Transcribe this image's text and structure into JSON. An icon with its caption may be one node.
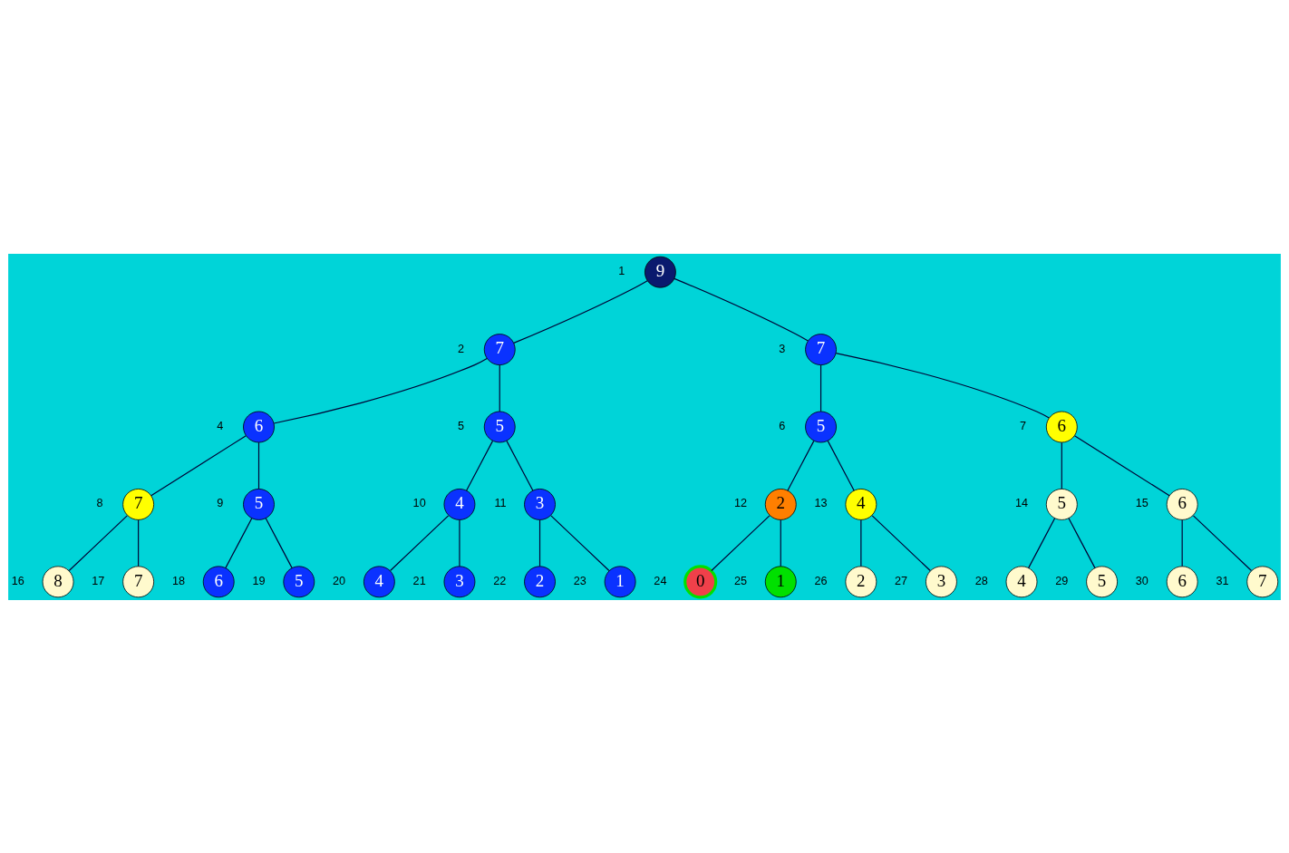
{
  "diagram": {
    "nodes": [
      {
        "text": [
          "9"
        ],
        "beside": [
          "1"
        ]
      },
      {
        "text": [
          "7"
        ],
        "beside": [
          "2"
        ]
      },
      {
        "text": [
          "7"
        ],
        "beside": [
          "3"
        ]
      },
      {
        "text": [
          "6"
        ],
        "beside": [
          "4"
        ]
      },
      {
        "text": [
          "5"
        ],
        "beside": [
          "5"
        ]
      },
      {
        "text": [
          "5"
        ],
        "beside": [
          "6"
        ]
      },
      {
        "text": [
          "6"
        ],
        "beside": [
          "7"
        ]
      },
      {
        "text": [
          "7"
        ],
        "beside": [
          "8"
        ]
      },
      {
        "text": [
          "5"
        ],
        "beside": [
          "9"
        ]
      },
      {
        "text": [
          "4"
        ],
        "beside": [
          "10"
        ]
      },
      {
        "text": [
          "3"
        ],
        "beside": [
          "11"
        ]
      },
      {
        "text": [
          "2"
        ],
        "beside": [
          "12"
        ]
      },
      {
        "text": [
          "4"
        ],
        "beside": [
          "13"
        ]
      },
      {
        "text": [
          "5"
        ],
        "beside": [
          "14"
        ]
      },
      {
        "text": [
          "6"
        ],
        "beside": [
          "15"
        ]
      },
      {
        "text": [
          "8"
        ],
        "beside": [
          "16"
        ]
      },
      {
        "text": [
          "7"
        ],
        "beside": [
          "17"
        ]
      },
      {
        "text": [
          "6"
        ],
        "beside": [
          "18"
        ]
      },
      {
        "text": [
          "5"
        ],
        "beside": [
          "19"
        ]
      },
      {
        "text": [
          "4"
        ],
        "beside": [
          "20"
        ]
      },
      {
        "text": [
          "3"
        ],
        "beside": [
          "21"
        ]
      },
      {
        "text": [
          "2"
        ],
        "beside": [
          "22"
        ]
      },
      {
        "text": [
          "1"
        ],
        "beside": [
          "23"
        ]
      },
      {
        "text": [
          "0"
        ],
        "beside": [
          "24"
        ]
      },
      {
        "text": [
          "1"
        ],
        "beside": [
          "25"
        ]
      },
      {
        "text": [
          "2"
        ],
        "beside": [
          "26"
        ]
      },
      {
        "text": [
          "3"
        ],
        "beside": [
          "27"
        ]
      },
      {
        "text": [
          "4"
        ],
        "beside": [
          "28"
        ]
      },
      {
        "text": [
          "5"
        ],
        "beside": [
          "29"
        ]
      },
      {
        "text": [
          "6"
        ],
        "beside": [
          "30"
        ]
      },
      {
        "text": [
          "7"
        ],
        "beside": [
          "31"
        ]
      }
    ],
    "edges": [
      {
        "from": 0,
        "to": 1,
        "arrow": "none"
      },
      {
        "from": 0,
        "to": 2,
        "arrow": "none"
      },
      {
        "from": 1,
        "to": 3,
        "arrow": "none"
      },
      {
        "from": 1,
        "to": 4,
        "arrow": "none"
      },
      {
        "from": 2,
        "to": 5,
        "arrow": "none"
      },
      {
        "from": 2,
        "to": 6,
        "arrow": "none"
      },
      {
        "from": 3,
        "to": 7,
        "arrow": "none"
      },
      {
        "from": 3,
        "to": 8,
        "arrow": "none"
      },
      {
        "from": 4,
        "to": 9,
        "arrow": "none"
      },
      {
        "from": 4,
        "to": 10,
        "arrow": "none"
      },
      {
        "from": 5,
        "to": 11,
        "arrow": "none"
      },
      {
        "from": 5,
        "to": 12,
        "arrow": "none"
      },
      {
        "from": 6,
        "to": 13,
        "arrow": "none"
      },
      {
        "from": 6,
        "to": 14,
        "arrow": "none"
      },
      {
        "from": 7,
        "to": 15,
        "arrow": "none"
      },
      {
        "from": 7,
        "to": 16,
        "arrow": "none"
      },
      {
        "from": 8,
        "to": 17,
        "arrow": "none"
      },
      {
        "from": 8,
        "to": 18,
        "arrow": "none"
      },
      {
        "from": 9,
        "to": 19,
        "arrow": "none"
      },
      {
        "from": 9,
        "to": 20,
        "arrow": "none"
      },
      {
        "from": 10,
        "to": 21,
        "arrow": "none"
      },
      {
        "from": 10,
        "to": 22,
        "arrow": "none"
      },
      {
        "from": 11,
        "to": 23,
        "arrow": "none"
      },
      {
        "from": 11,
        "to": 24,
        "arrow": "none"
      },
      {
        "from": 12,
        "to": 25,
        "arrow": "none"
      },
      {
        "from": 12,
        "to": 26,
        "arrow": "none"
      },
      {
        "from": 13,
        "to": 27,
        "arrow": "none"
      },
      {
        "from": 13,
        "to": 28,
        "arrow": "none"
      },
      {
        "from": 14,
        "to": 29,
        "arrow": "none"
      },
      {
        "from": 14,
        "to": 30,
        "arrow": "none"
      }
    ]
  }
}
